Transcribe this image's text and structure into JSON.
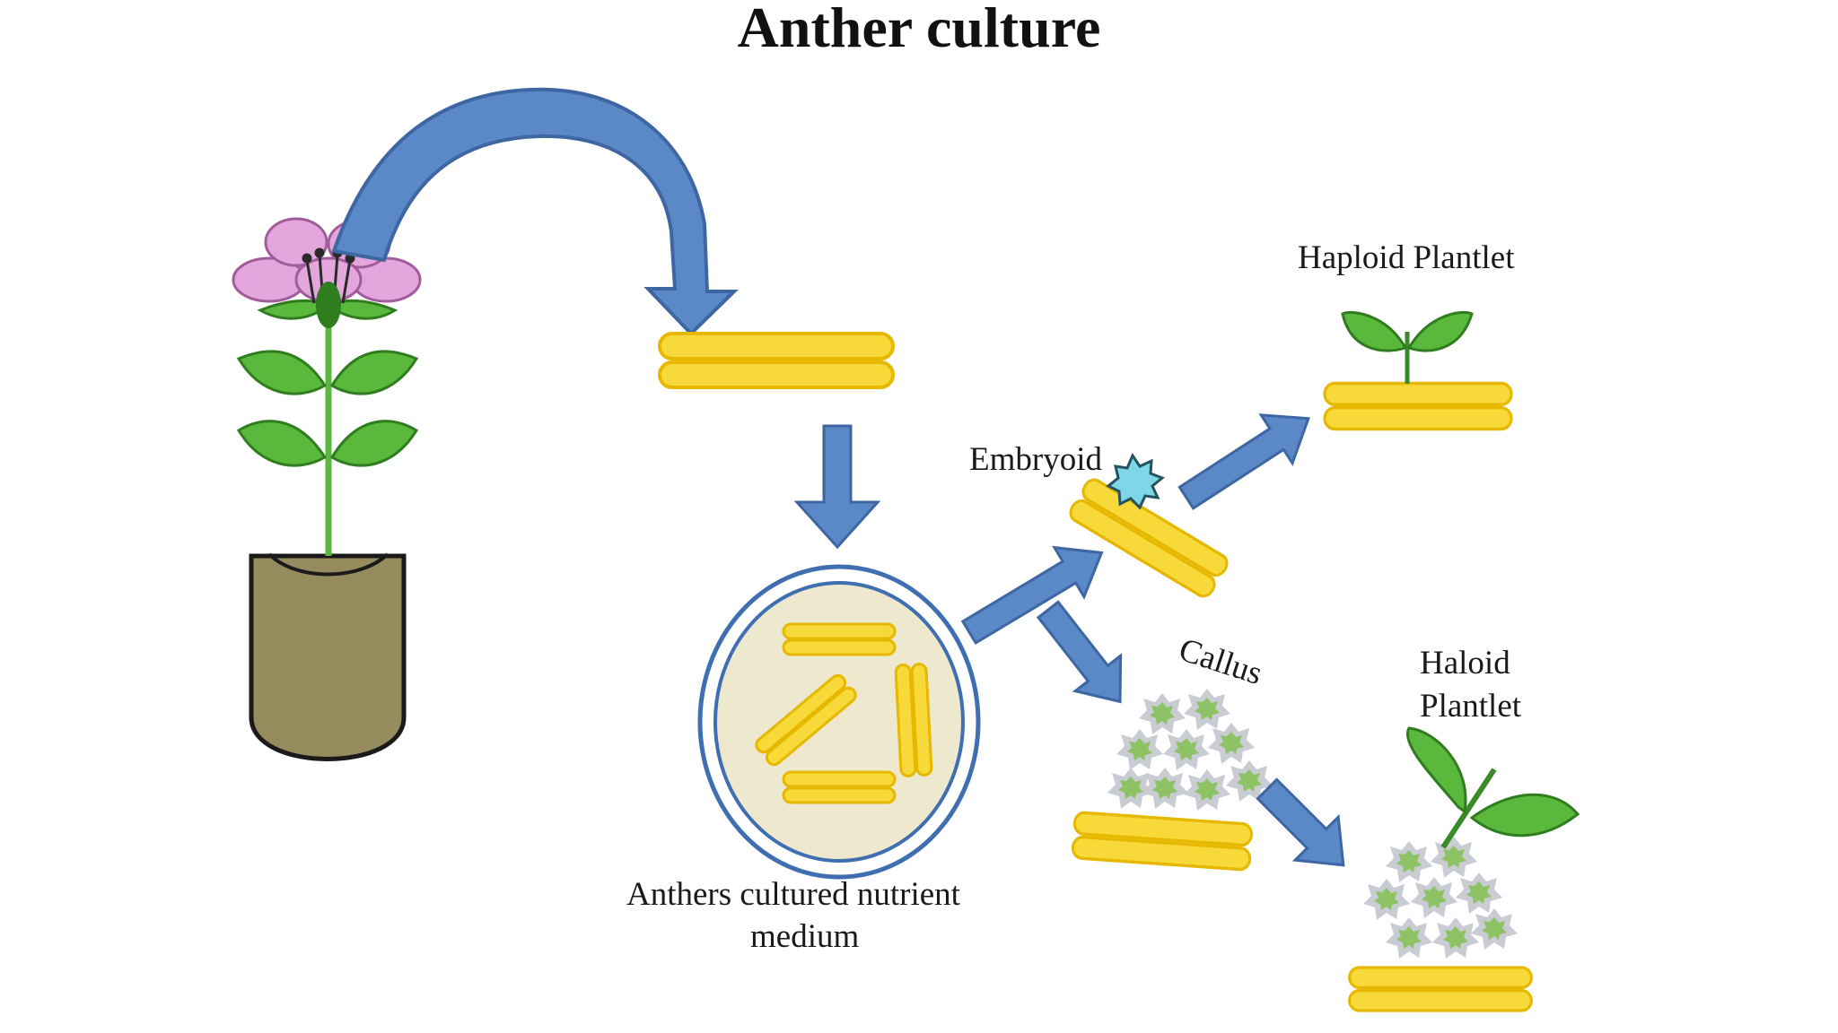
{
  "title": "Anther culture",
  "labels": {
    "haploid_plantlet": "Haploid Plantlet",
    "embryoid": "Embryoid",
    "callus": "Callus",
    "haloid_plantlet_line1": "Haloid",
    "haloid_plantlet_line2": "Plantlet",
    "medium_line1": "Anthers  cultured nutrient",
    "medium_line2": "medium"
  },
  "colors": {
    "arrow_blue": "#5b88c7",
    "arrow_outline": "#3d66a3",
    "anther_yellow": "#f7d93a",
    "anther_outline": "#e6b800",
    "leaf_green": "#5ab83c",
    "leaf_dark": "#2f7d1f",
    "flower_pink": "#e3a6dd",
    "pot_olive": "#958b5c",
    "dish_fill": "#eee8cf",
    "dish_ring": "#3f6fb0",
    "callus_green": "#8dc265",
    "callus_grey": "#c9ccd3",
    "embryoid_cyan": "#7ed6e6"
  }
}
